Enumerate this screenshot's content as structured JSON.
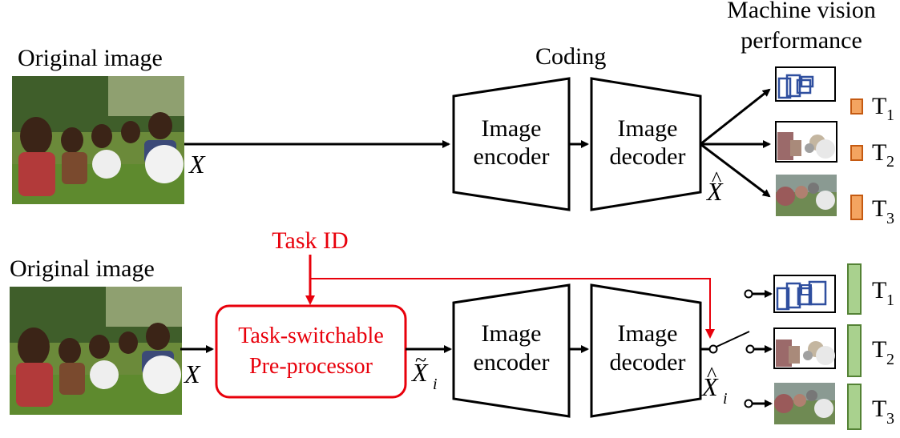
{
  "top": {
    "original_label": "Original image",
    "coding_label": "Coding",
    "performance_title_line1": "Machine vision",
    "performance_title_line2": "performance",
    "input_symbol": "X",
    "encoder_line1": "Image",
    "encoder_line2": "encoder",
    "decoder_line1": "Image",
    "decoder_line2": "decoder",
    "output_symbol": "X",
    "tasks": [
      {
        "letter": "T",
        "sub": "1"
      },
      {
        "letter": "T",
        "sub": "2"
      },
      {
        "letter": "T",
        "sub": "3"
      }
    ],
    "bars_color": "#f4a460"
  },
  "bottom": {
    "original_label": "Original image",
    "task_id_label": "Task ID",
    "input_symbol": "X",
    "preproc_line1": "Task-switchable",
    "preproc_line2": "Pre-processor",
    "preproc_output_symbol": "X",
    "preproc_output_sub": "i",
    "encoder_line1": "Image",
    "encoder_line2": "encoder",
    "decoder_line1": "Image",
    "decoder_line2": "decoder",
    "output_symbol": "X",
    "output_sub": "i",
    "tasks": [
      {
        "letter": "T",
        "sub": "1"
      },
      {
        "letter": "T",
        "sub": "2"
      },
      {
        "letter": "T",
        "sub": "3"
      }
    ],
    "bars_color": "#a9d18e"
  },
  "colors": {
    "accent_red": "#e8000b",
    "detection_blue": "#2f4f9f",
    "orange_border": "#c55a11",
    "green_border": "#548235"
  }
}
